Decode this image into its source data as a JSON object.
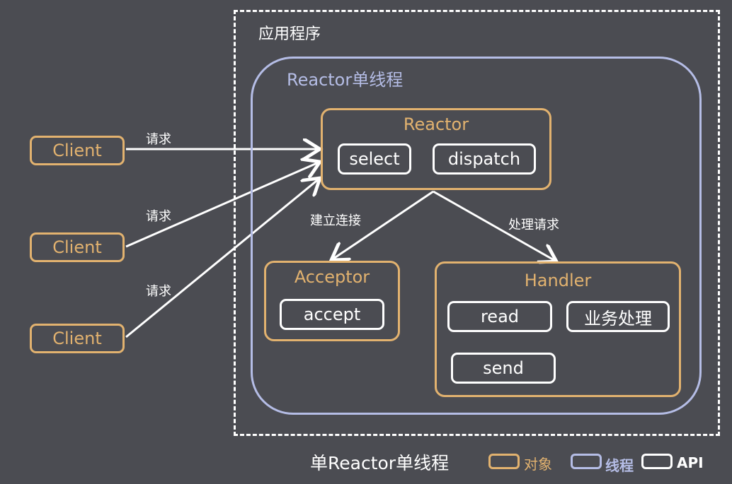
{
  "application": {
    "label": "应用程序"
  },
  "thread": {
    "label": "Reactor单线程"
  },
  "reactor": {
    "title": "Reactor",
    "apis": [
      "select",
      "dispatch"
    ]
  },
  "acceptor": {
    "title": "Acceptor",
    "apis": [
      "accept"
    ]
  },
  "handler": {
    "title": "Handler",
    "apis": [
      "read",
      "业务处理",
      "send"
    ]
  },
  "clients": [
    "Client",
    "Client",
    "Client"
  ],
  "edges": {
    "request": "请求",
    "establish_connection": "建立连接",
    "handle_request": "处理请求"
  },
  "legend": {
    "title": "单Reactor单线程",
    "object": "对象",
    "thread": "线程",
    "api": "API"
  },
  "colors": {
    "background": "#4b4c52",
    "object": "#e2b26f",
    "thread": "#b5bde6",
    "api": "#ffffff"
  }
}
